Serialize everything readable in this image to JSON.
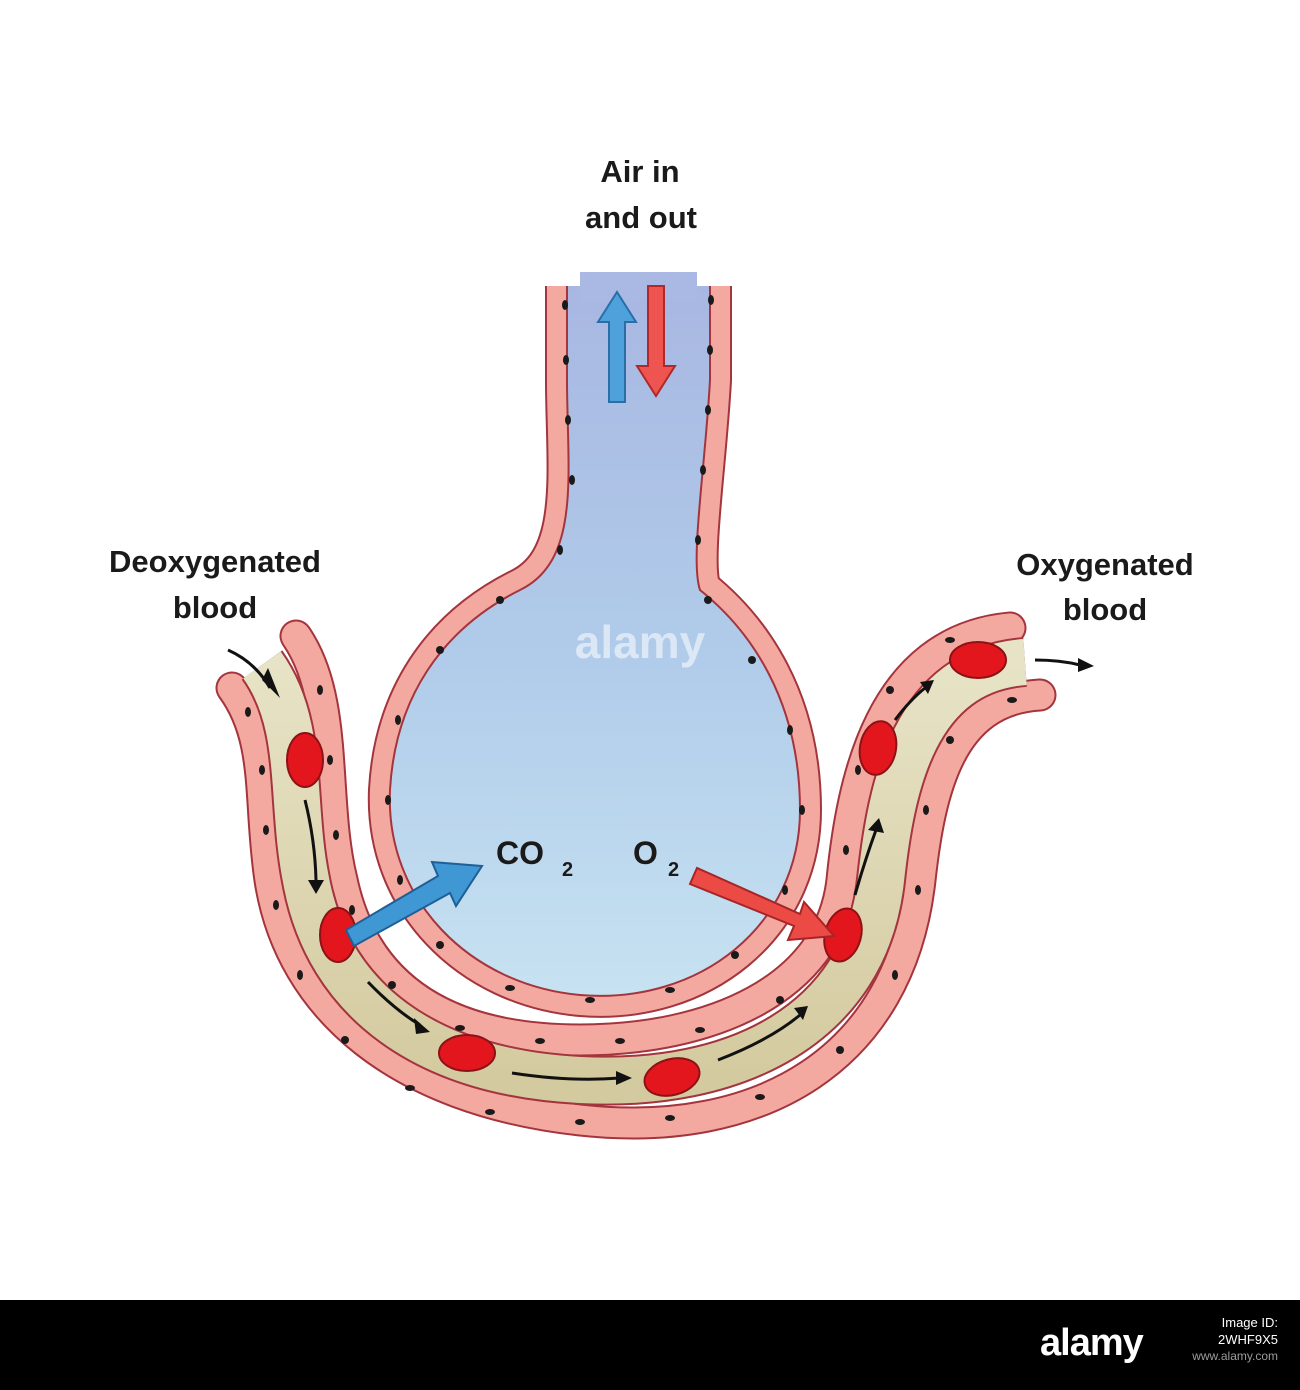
{
  "labels": {
    "air_line1": "Air in",
    "air_line2": "and out",
    "deoxy_line1": "Deoxygenated",
    "deoxy_line2": "blood",
    "oxy_line1": "Oxygenated",
    "oxy_line2": "blood",
    "co2_main": "CO",
    "co2_sub": "2",
    "o2_main": "O",
    "o2_sub": "2"
  },
  "watermark": "alamy",
  "footer": {
    "brand": "alamy",
    "id_label": "Image ID: 2WHF9X5",
    "site": "www.alamy.com"
  },
  "colors": {
    "air": "#a7c4e8",
    "wall": "#f4a9a0",
    "wall_outline": "#a4343d",
    "plasma": "#d9d2b1",
    "red_cell": "#e3161d",
    "co2_arrow": "#3f97d4",
    "o2_arrow": "#ec4b45"
  }
}
